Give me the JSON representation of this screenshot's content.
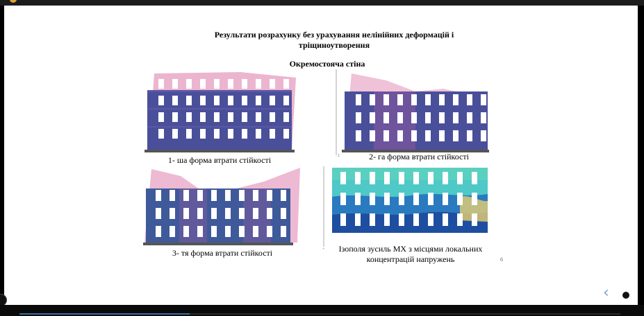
{
  "window": {
    "title": "Комп. б/с — Аналіз міцності"
  },
  "slide": {
    "title_line1": "Результати розрахунку без урахування нелінійних деформацій і",
    "title_line2": "тріщиноутворення",
    "subtitle": "Окремостояча стіна",
    "captions": {
      "fig1": "1- ша форма втрати стійкості",
      "fig2": "2- га форма втрати стійкості",
      "fig3": "3- тя форма втрати стійкості",
      "fig4_line1": "Ізополя зусиль МХ з місцями локальних",
      "fig4_line2": "концентрацій напружень"
    },
    "number": "6"
  },
  "controls": {
    "prev_icon": "chevron-left-icon",
    "next_icon": "chevron-right-icon",
    "prev_symbol": "‹",
    "next_symbol": "›"
  },
  "colors": {
    "mesh_blue": "#3c5a9a",
    "mesh_purple": "#8a5aa0",
    "deform_pink": "#e8a8c8",
    "iso_cyan": "#4fc8c8",
    "iso_deep": "#1e4ea0"
  }
}
